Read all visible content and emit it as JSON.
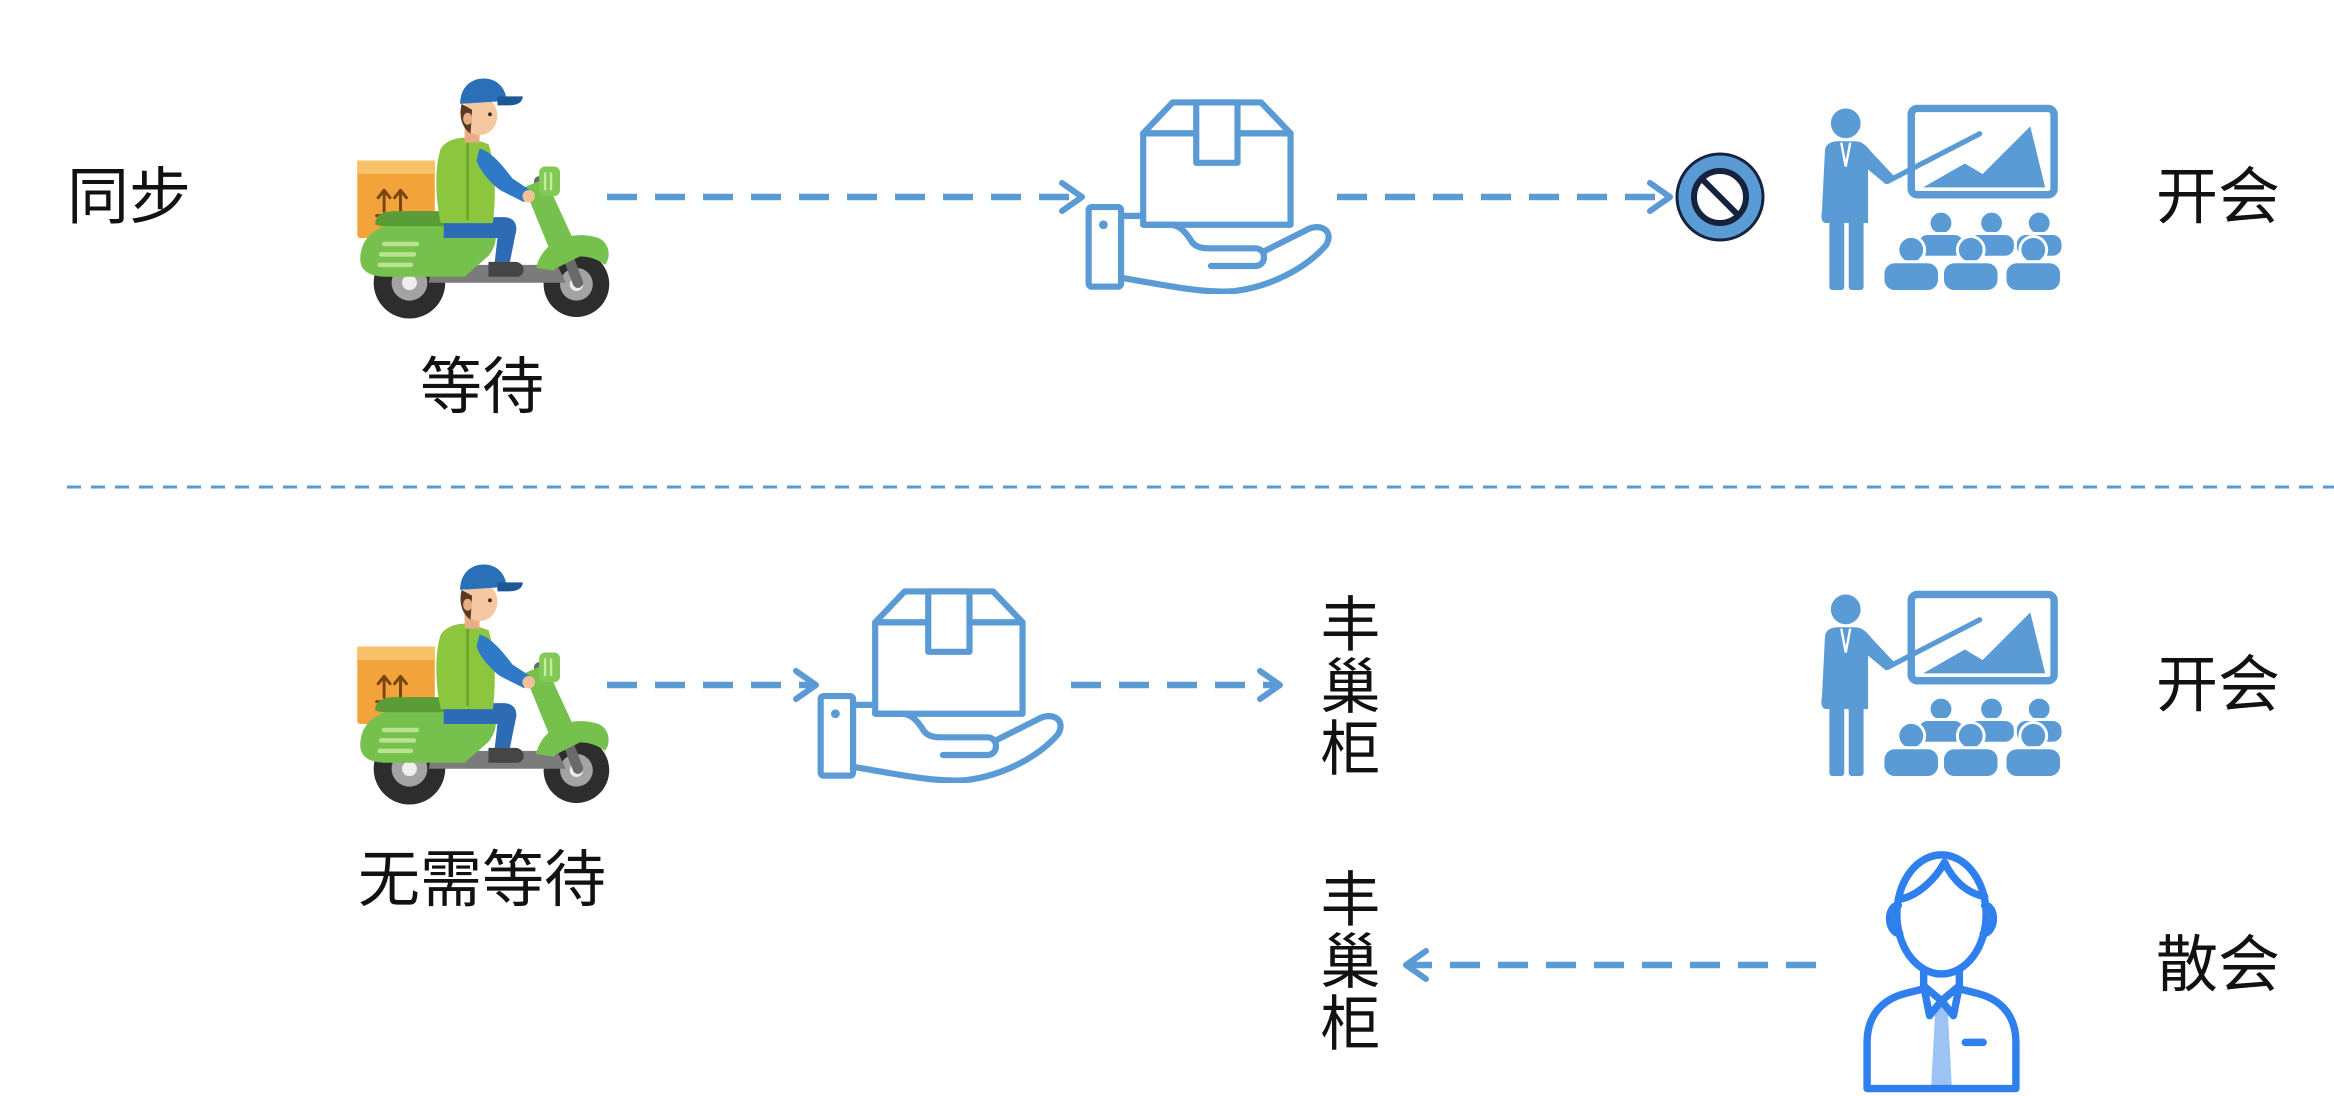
{
  "colors": {
    "accent": "#5b9bd5",
    "person_outline": "#2f80ed",
    "person_tie": "#9cc3f3",
    "prohibited_outline": "#15233f",
    "text": "#111111",
    "background": "#ffffff"
  },
  "sync": {
    "title": "同步",
    "courier_caption": "等待",
    "meeting_label": "开会",
    "icons": {
      "courier": "delivery-scooter-icon",
      "package": "package-in-hand-icon",
      "blocked": "prohibited-icon",
      "recipient": "presenter-audience-icon"
    }
  },
  "async": {
    "courier_caption": "无需等待",
    "locker_dropoff": "丰巢柜",
    "locker_pickup": "丰巢柜",
    "meeting_label": "开会",
    "after_meeting_label": "散会",
    "icons": {
      "courier": "delivery-scooter-icon",
      "package": "package-in-hand-icon",
      "recipient_in_meeting": "presenter-audience-icon",
      "recipient_free": "business-person-icon"
    }
  }
}
